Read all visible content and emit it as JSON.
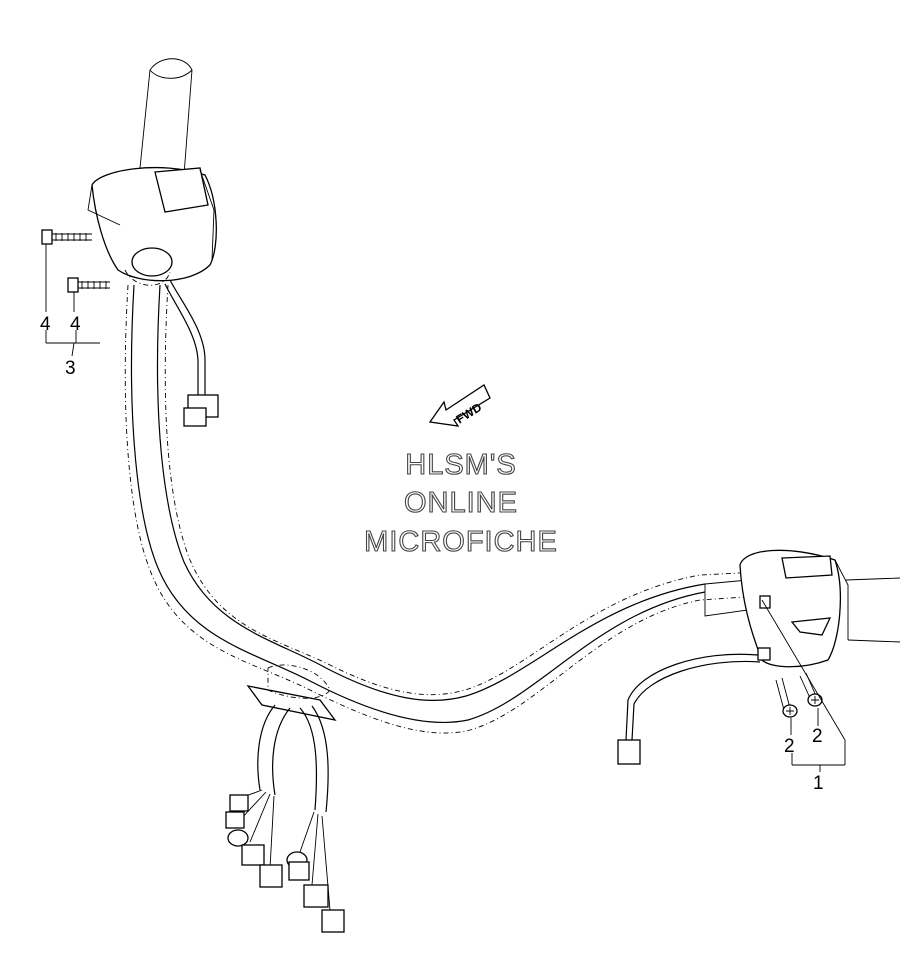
{
  "callouts": {
    "left_screw_a": "4",
    "left_screw_b": "4",
    "left_assembly": "3",
    "right_screw_a": "2",
    "right_screw_b": "2",
    "right_assembly": "1"
  },
  "fwd_marker": {
    "label": "FWD"
  },
  "watermark": {
    "line1": "HLSM'S",
    "line2": "ONLINE",
    "line3": "MICROFICHE"
  },
  "colors": {
    "line": "#000000",
    "background": "#ffffff",
    "watermark_outline": "#444444"
  }
}
